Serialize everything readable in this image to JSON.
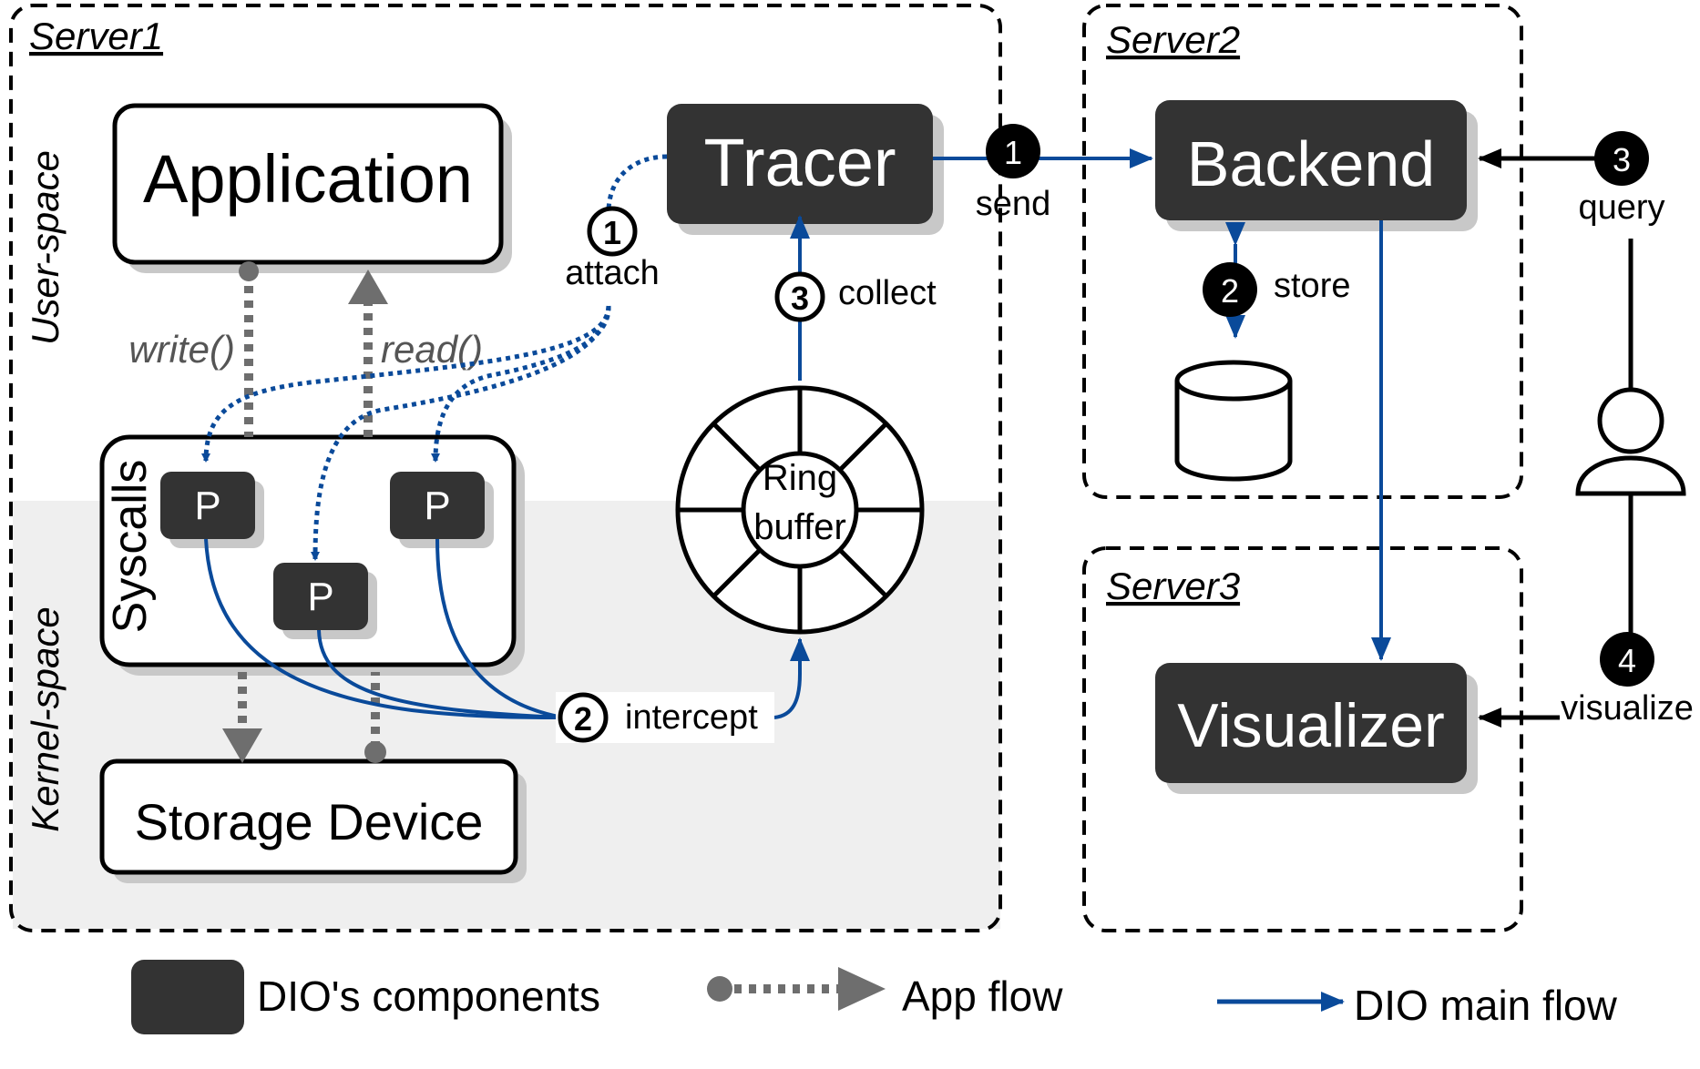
{
  "servers": {
    "server1": "Server1",
    "server2": "Server2",
    "server3": "Server3"
  },
  "zones": {
    "user_space": "User-space",
    "kernel_space": "Kernel-space"
  },
  "components": {
    "application": "Application",
    "tracer": "Tracer",
    "backend": "Backend",
    "visualizer": "Visualizer",
    "storage_device": "Storage Device",
    "syscalls": "Syscalls",
    "probe": "P",
    "ring_buffer_line1": "Ring",
    "ring_buffer_line2": "buffer"
  },
  "calls": {
    "write": "write()",
    "read": "read()"
  },
  "steps": {
    "attach": {
      "num": "1",
      "label": "attach"
    },
    "intercept": {
      "num": "2",
      "label": "intercept"
    },
    "collect": {
      "num": "3",
      "label": "collect"
    },
    "send": {
      "num": "1",
      "label": "send"
    },
    "store": {
      "num": "2",
      "label": "store"
    },
    "query": {
      "num": "3",
      "label": "query"
    },
    "visualize": {
      "num": "4",
      "label": "visualize"
    }
  },
  "legend": {
    "components": "DIO's components",
    "app_flow": "App flow",
    "main_flow": "DIO main flow"
  },
  "colors": {
    "component_fill": "#333333",
    "main_flow": "#0a4a9a",
    "app_flow": "#6e6e6e",
    "kernel_bg": "#efefef",
    "shadow": "#c8c8c8"
  }
}
